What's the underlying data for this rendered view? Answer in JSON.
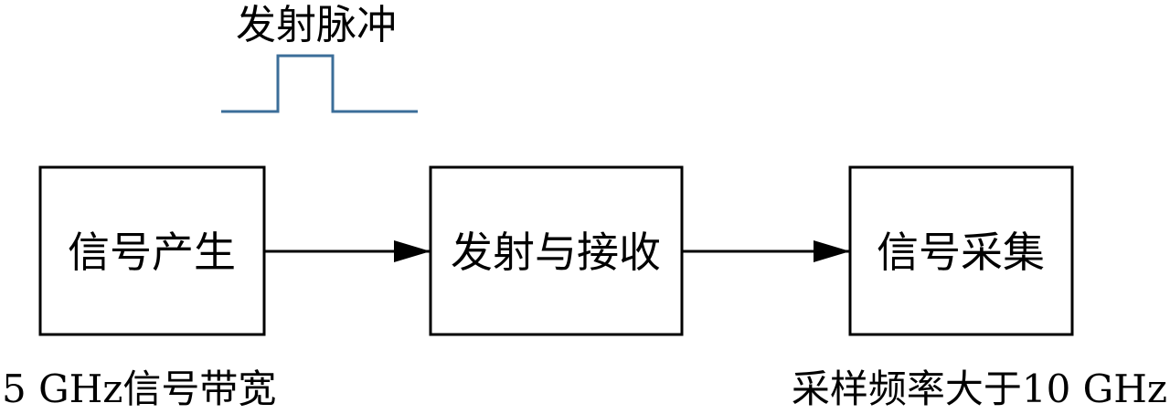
{
  "diagram": {
    "pulse_label": "发射脉冲",
    "blocks": [
      {
        "label": "信号产生"
      },
      {
        "label": "发射与接收"
      },
      {
        "label": "信号采集"
      }
    ],
    "notes": {
      "left": "5 GHz信号带宽",
      "right": "采样频率大于10 GHz"
    },
    "colors": {
      "pulse": "#3b6e99",
      "lines": "#000000",
      "background": "#ffffff"
    }
  }
}
